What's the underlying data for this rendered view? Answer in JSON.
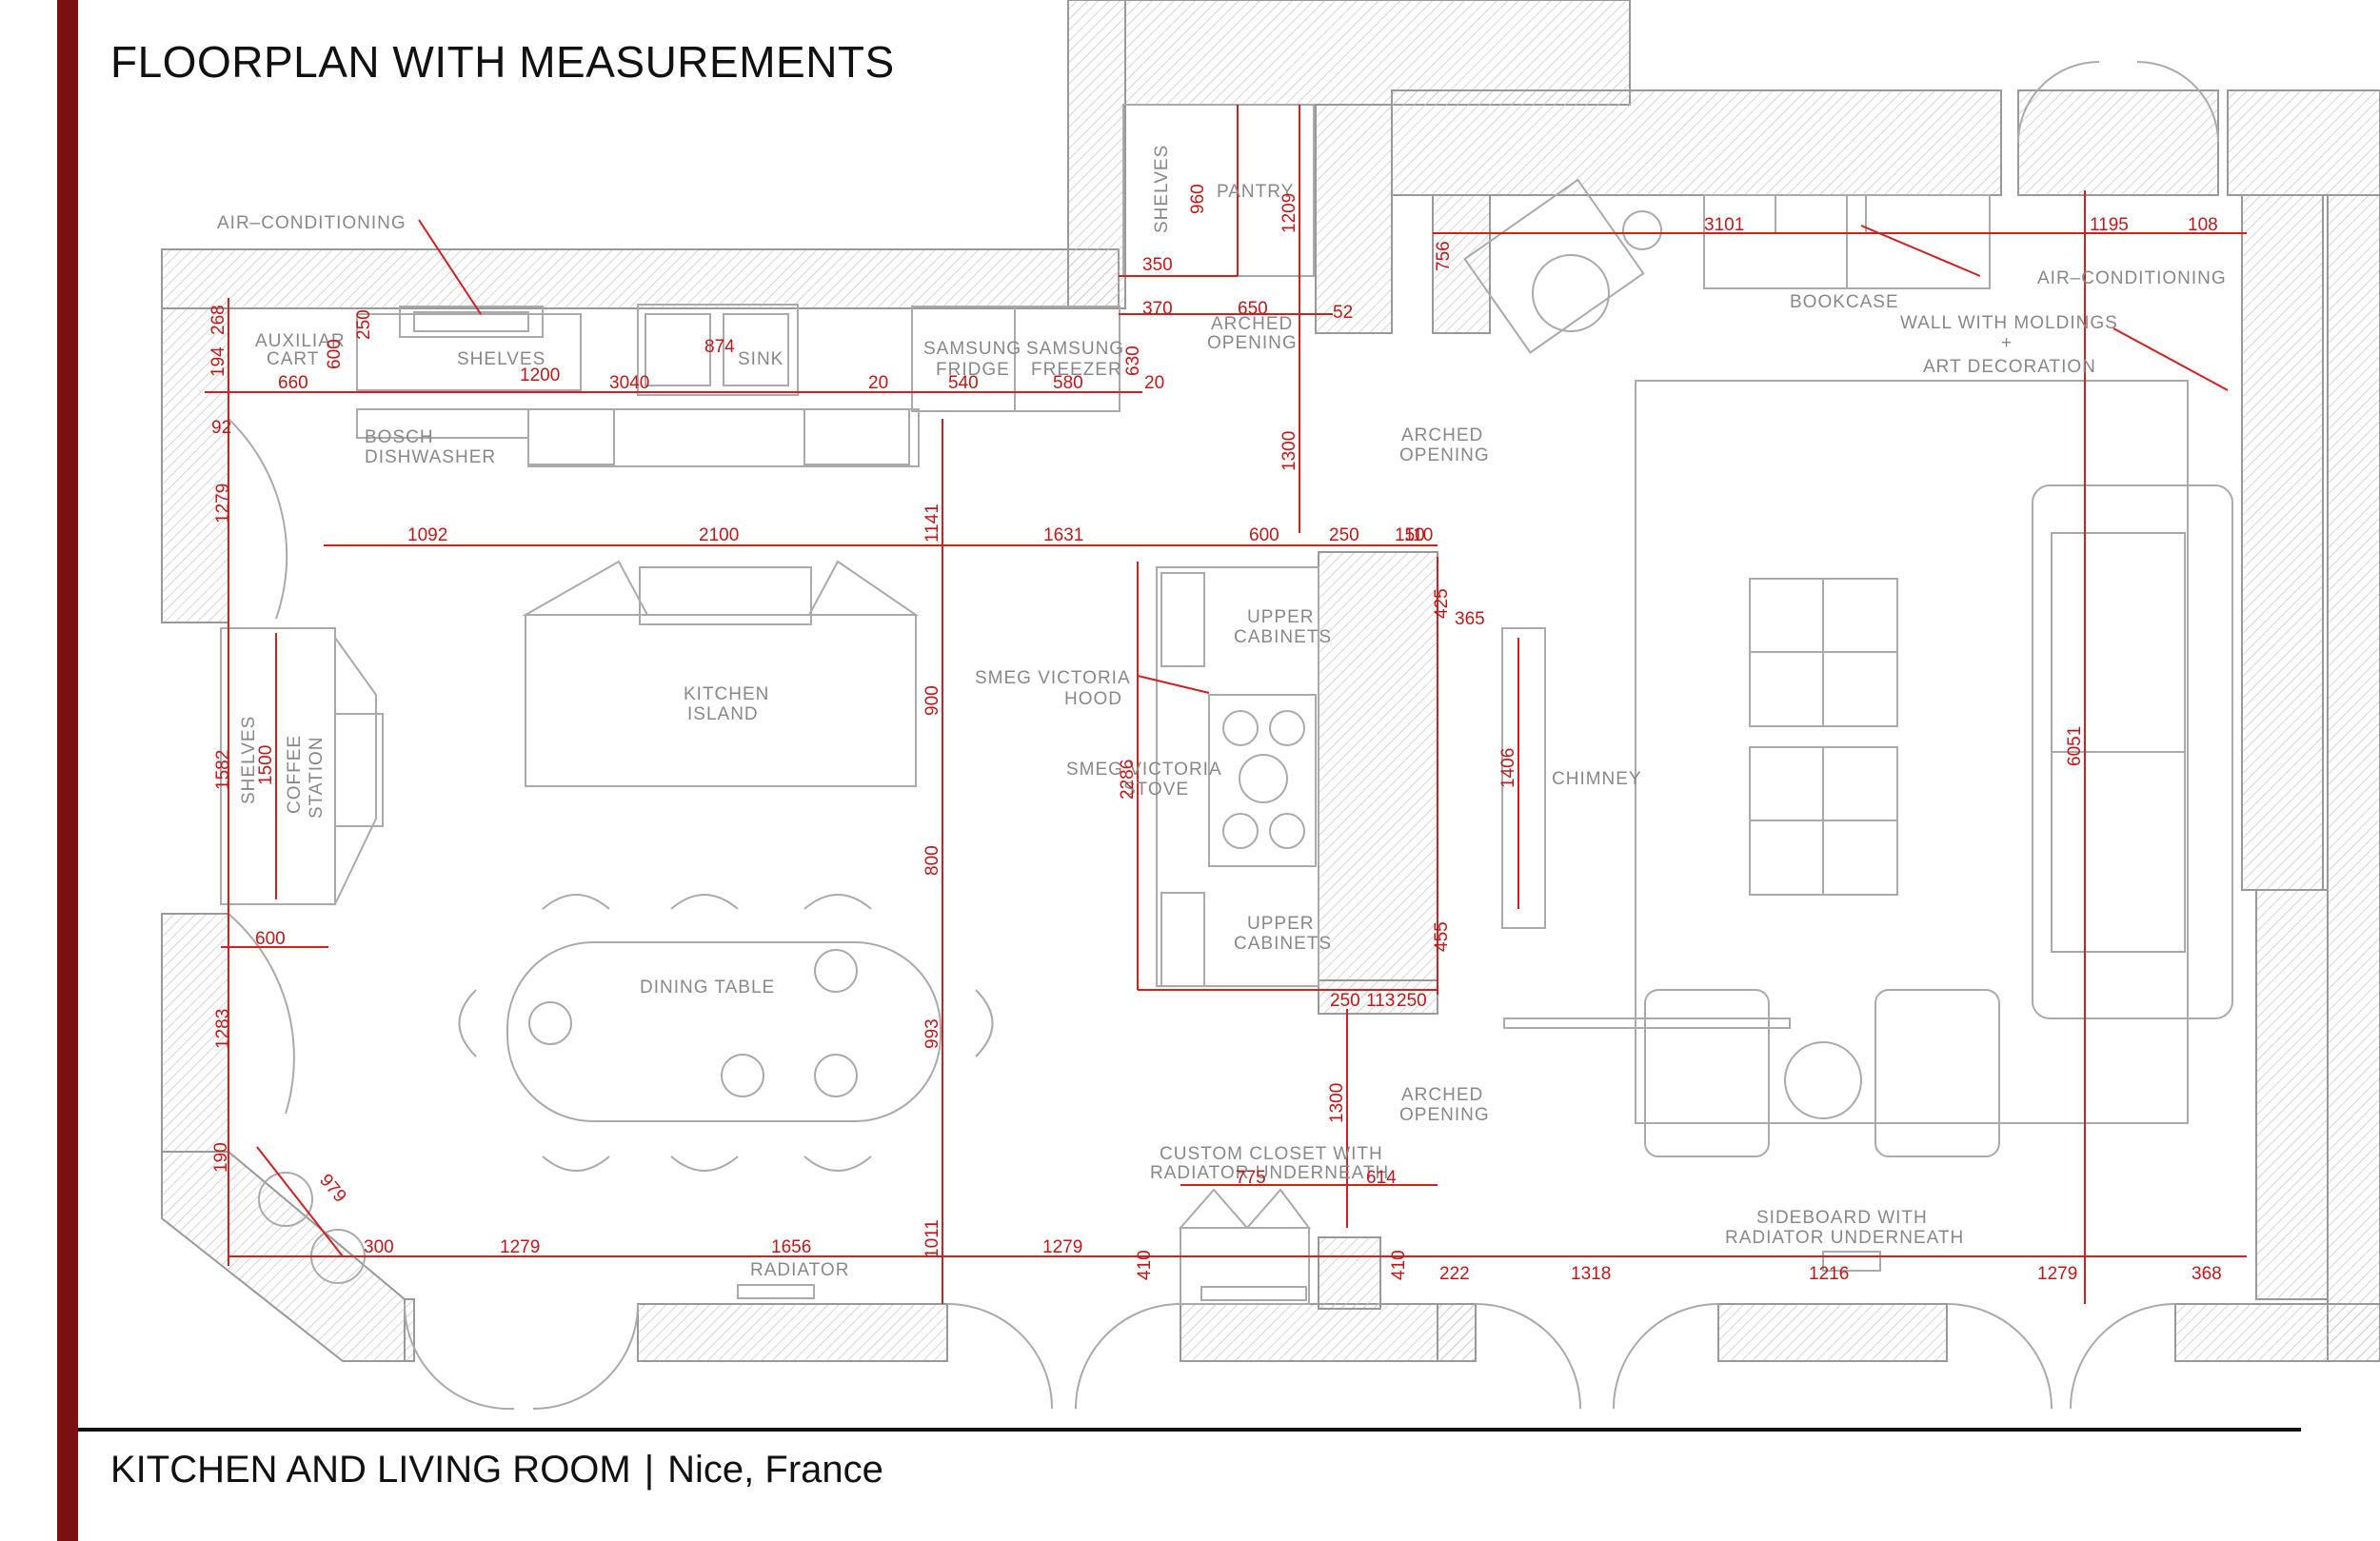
{
  "header": {
    "title": "FLOORPLAN WITH MEASUREMENTS"
  },
  "footer": {
    "title": "KITCHEN AND LIVING ROOM",
    "separator": "|",
    "location": "Nice, France"
  },
  "colors": {
    "accent_bar": "#7a1010",
    "dimension": "#c01818",
    "linework": "#aaaaaa"
  },
  "labels": {
    "air_conditioning_left": "AIR–CONDITIONING",
    "air_conditioning_right": "AIR–CONDITIONING",
    "auxiliar": "AUXILIAR",
    "cart": "CART",
    "shelves_top": "SHELVES",
    "sink": "SINK",
    "samsung_fridge_1": "SAMSUNG",
    "samsung_fridge_2": "FRIDGE",
    "samsung_freezer_1": "SAMSUNG",
    "samsung_freezer_2": "FREEZER",
    "shelves_pantry": "SHELVES",
    "pantry": "PANTRY",
    "arched_opening_top_1": "ARCHED",
    "arched_opening_top_2": "OPENING",
    "bosch_1": "BOSCH",
    "bosch_2": "DISHWASHER",
    "arched_mid_1": "ARCHED",
    "arched_mid_2": "OPENING",
    "bookcase": "BOOKCASE",
    "wall_moldings": "WALL WITH MOLDINGS",
    "plus": "+",
    "art_decoration": "ART DECORATION",
    "upper_cabinets_top_1": "UPPER",
    "upper_cabinets_top_2": "CABINETS",
    "smeg_hood_1": "SMEG VICTORIA",
    "smeg_hood_2": "HOOD",
    "smeg_stove_1": "SMEG VICTORIA",
    "smeg_stove_2": "STOVE",
    "kitchen_island_1": "KITCHEN",
    "kitchen_island_2": "ISLAND",
    "chimney": "CHIMNEY",
    "shelves_left": "SHELVES",
    "coffee_1": "COFFEE",
    "coffee_2": "STATION",
    "upper_cabinets_bottom_1": "UPPER",
    "upper_cabinets_bottom_2": "CABINETS",
    "dining_table": "DINING TABLE",
    "arched_low_1": "ARCHED",
    "arched_low_2": "OPENING",
    "custom_closet_1": "CUSTOM CLOSET WITH",
    "custom_closet_2": "RADIATOR UNDERNEATH",
    "sideboard_1": "SIDEBOARD WITH",
    "sideboard_2": "RADIATOR UNDERNEATH",
    "radiator": "RADIATOR"
  },
  "dims": {
    "d268": "268",
    "d194": "194",
    "d250a": "250",
    "d600a": "600",
    "d660": "660",
    "d1200": "1200",
    "d3040": "3040",
    "d874": "874",
    "d20a": "20",
    "d540": "540",
    "d580": "580",
    "d20b": "20",
    "d630": "630",
    "d370": "370",
    "d650": "650",
    "d52": "52",
    "d350": "350",
    "d960": "960",
    "d1209": "1209",
    "d756": "756",
    "d3101": "3101",
    "d1195": "1195",
    "d108": "108",
    "d92": "92",
    "d1279a": "1279",
    "d1300a": "1300",
    "d1092": "1092",
    "d2100": "2100",
    "d1141": "1141",
    "d1631": "1631",
    "d600b": "600",
    "d250b": "250",
    "d150": "150",
    "d110": "110",
    "d425": "425",
    "d365": "365",
    "d1582": "1582",
    "d1500": "1500",
    "d900": "900",
    "d2286": "2286",
    "d1406": "1406",
    "d6051": "6051",
    "d800": "800",
    "d600c": "600",
    "d455": "455",
    "d250c": "250",
    "d113": "113",
    "d250d": "250",
    "d1283": "1283",
    "d993": "993",
    "d1300b": "1300",
    "d775": "775",
    "d614": "614",
    "d190": "190",
    "d979": "979",
    "d300": "300",
    "d1279b": "1279",
    "d1656": "1656",
    "d1011": "1011",
    "d1279c": "1279",
    "d410a": "410",
    "d410b": "410",
    "d222": "222",
    "d1318": "1318",
    "d1216": "1216",
    "d1279d": "1279",
    "d368": "368"
  }
}
